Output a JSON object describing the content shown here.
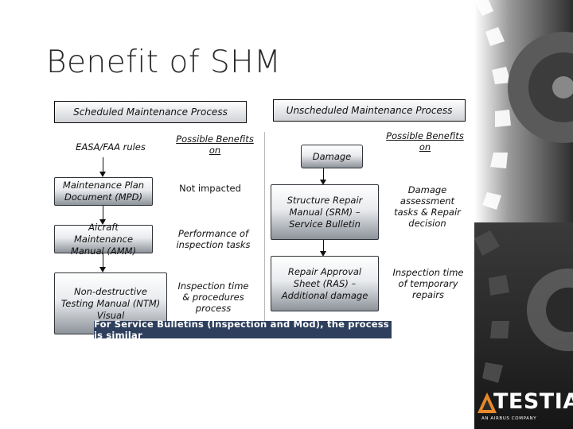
{
  "slide": {
    "title": "Benefit of SHM",
    "scheduled_header": "Scheduled Maintenance Process",
    "unscheduled_header": "Unscheduled Maintenance Process",
    "left_flow": [
      "EASA/FAA rules",
      "Maintenance Plan Document (MPD)",
      "Aicraft Maintenance Manual (AMM)",
      "Non-destructive Testing Manual (NTM) Visual"
    ],
    "left_benefits_header": "Possible Benefits on",
    "left_benefits": [
      "Not impacted",
      "Performance of inspection tasks",
      "Inspection time & procedures process"
    ],
    "right_flow": [
      "Damage",
      "Structure Repair Manual (SRM) – Service Bulletin",
      "Repair Approval Sheet (RAS) – Additional damage"
    ],
    "right_benefits_header": "Possible Benefits on",
    "right_benefits": [
      "Damage assessment tasks & Repair decision",
      "Inspection time of temporary repairs"
    ],
    "footer_banner": "For Service Bulletins (Inspection and Mod), the process is similar"
  },
  "logo": {
    "name": "TESTIA",
    "subtitle": "AN AIRBUS COMPANY",
    "accent_color": "#e8892b"
  },
  "colors": {
    "banner_bg": "#2d3f5c",
    "box_dark": "#8d939a"
  }
}
